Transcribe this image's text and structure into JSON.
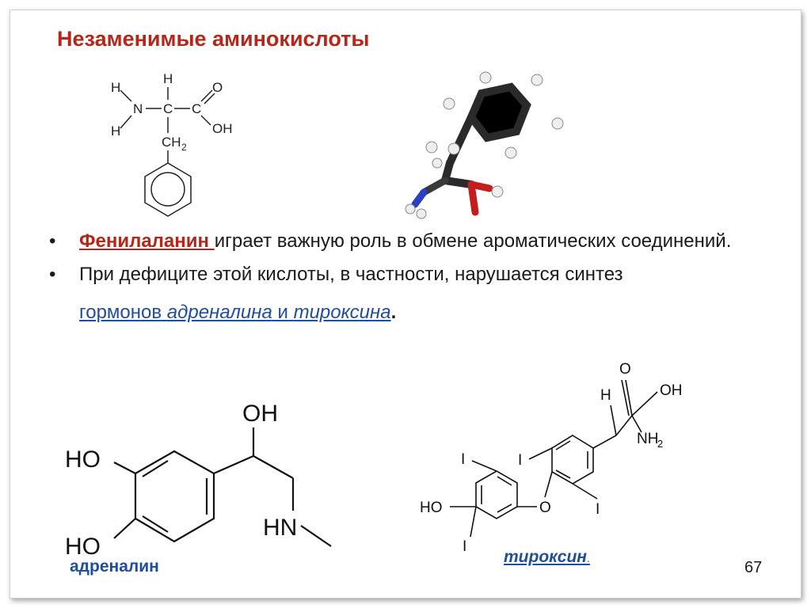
{
  "slide": {
    "title": "Незаменимые аминокислоты",
    "page_number": "67"
  },
  "structure_phe": {
    "labels": {
      "h_top": "H",
      "h_left1": "H",
      "h_left2": "H",
      "n": "N",
      "c1": "C",
      "c2": "C",
      "o": "O",
      "oh": "OH",
      "ch": "CH",
      "sub2": "2"
    }
  },
  "bullets": [
    {
      "marker": "•",
      "link": "Фенилаланин ",
      "text": "играет важную роль в обмене ароматических соединений."
    },
    {
      "marker": "•",
      "text": "При дефиците этой кислоты, в частности, нарушается синтез",
      "link_prefix": "гормонов ",
      "link_adr": "адреналина",
      "link_and": " и ",
      "link_tyr": "тироксина",
      "end": "."
    }
  ],
  "adrenaline": {
    "caption": "адреналин",
    "labels": {
      "oh_top": "OH",
      "ho1": "HO",
      "ho2": "HO",
      "hn": "HN"
    }
  },
  "thyroxine": {
    "caption": "тироксин",
    "caption_end": ".",
    "labels": {
      "o_top": "O",
      "oh": "OH",
      "h": "H",
      "nh": "NH",
      "sub2": "2",
      "i1": "I",
      "i2": "I",
      "i3": "I",
      "i4": "I",
      "o_bridge": "O",
      "ho": "HO"
    }
  },
  "colors": {
    "title": "#b5271a",
    "link_blue": "#1f4e9c",
    "carbon": "#222222",
    "oxygen": "#cc1b1b",
    "nitrogen": "#2b3fc4",
    "hydrogen": "#f2f2f2"
  }
}
